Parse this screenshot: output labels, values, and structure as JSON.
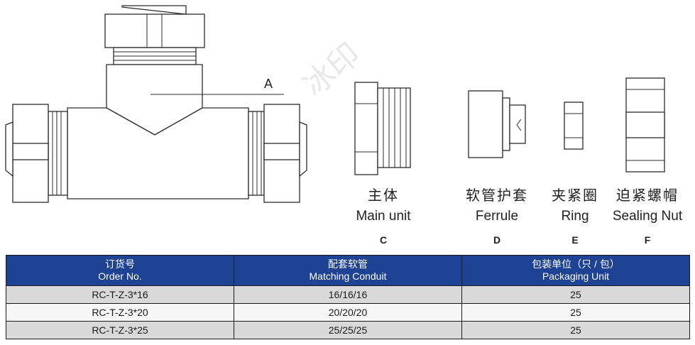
{
  "diagram": {
    "main_label": "A",
    "watermark": "冰印",
    "parts": [
      {
        "cn": "主体",
        "en": "Main unit",
        "letter": "C"
      },
      {
        "cn": "软管护套",
        "en": "Ferrule",
        "letter": "D"
      },
      {
        "cn": "夹紧圈",
        "en": "Ring",
        "letter": "E"
      },
      {
        "cn": "迫紧螺帽",
        "en": "Sealing Nut",
        "letter": "F"
      }
    ]
  },
  "table": {
    "headers": [
      {
        "cn": "订货号",
        "en": "Order No."
      },
      {
        "cn": "配套软管",
        "en": "Matching Conduit"
      },
      {
        "cn": "包装单位（只 / 包）",
        "en": "Packaging Unit"
      }
    ],
    "rows": [
      [
        "RC-T-Z-3*16",
        "16/16/16",
        "25"
      ],
      [
        "RC-T-Z-3*20",
        "20/20/20",
        "25"
      ],
      [
        "RC-T-Z-3*25",
        "25/25/25",
        "25"
      ]
    ],
    "header_color": "#1e4294"
  }
}
